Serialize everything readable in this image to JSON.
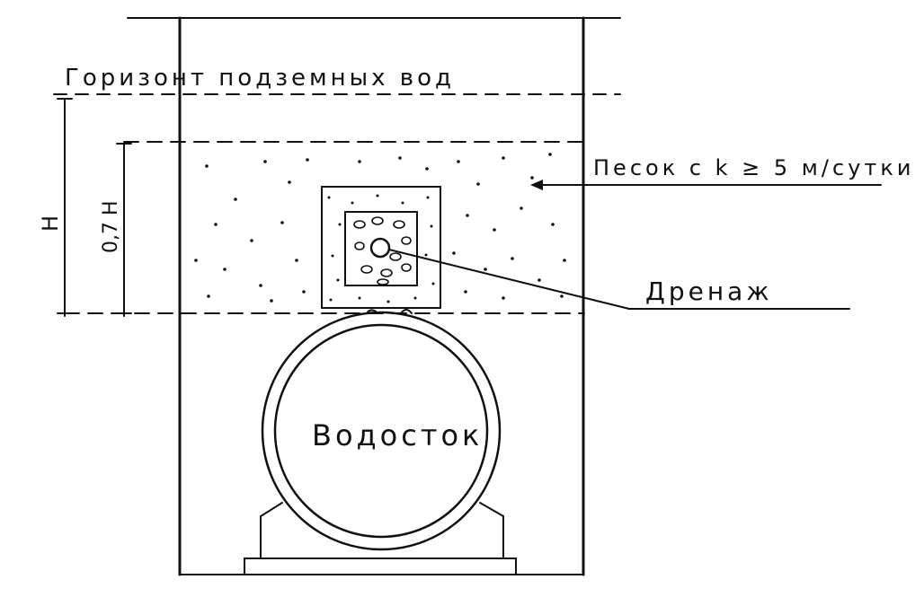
{
  "labels": {
    "groundwater": "Горизонт подземных вод",
    "sand": "Песок с k ≥ 5 м/сутки",
    "drain": "Дренаж",
    "culvert": "Водосток",
    "dim_h": "H",
    "dim_07h": "0,7 H"
  }
}
